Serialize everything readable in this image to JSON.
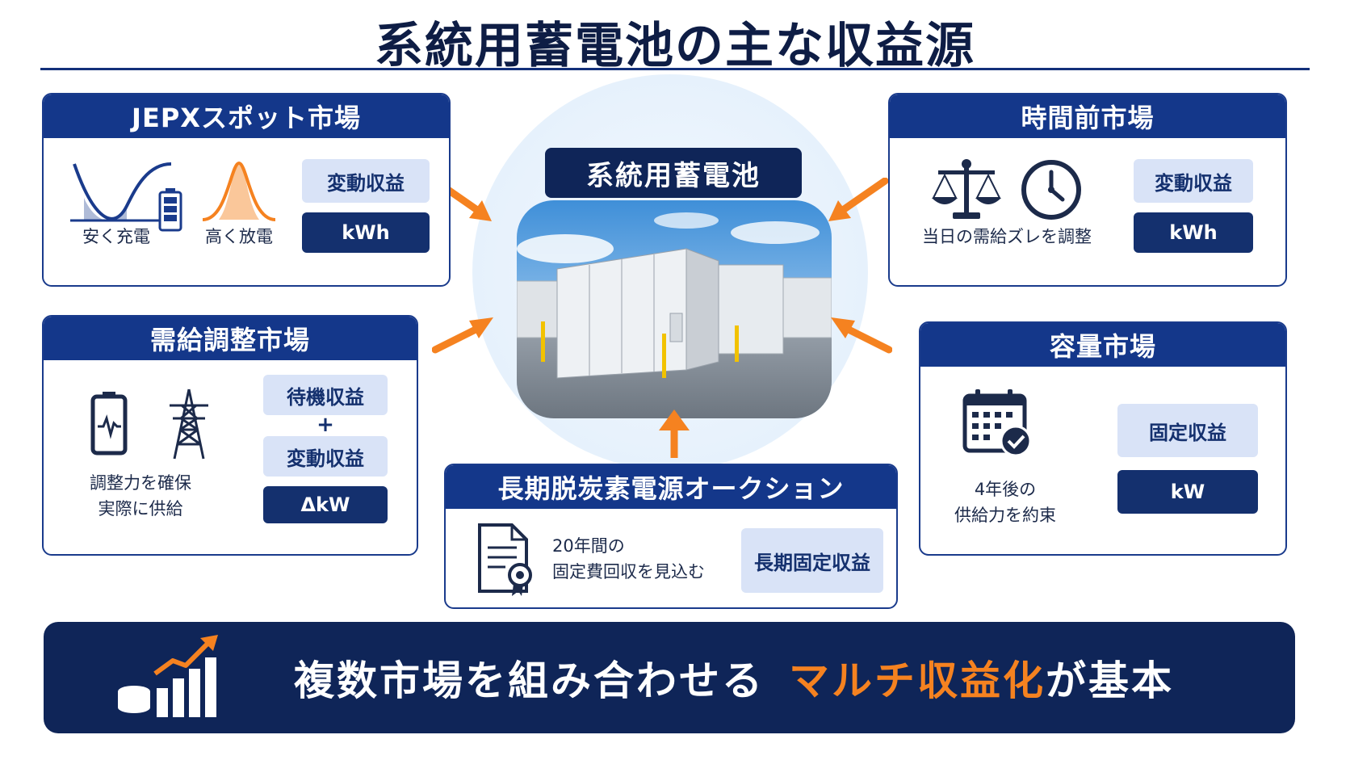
{
  "title": "系統用蓄電池の主な収益源",
  "center": {
    "label": "系統用蓄電池"
  },
  "cards": {
    "jepx": {
      "title": "JEPXスポット市場",
      "caption_low": "安く充電",
      "caption_high": "高く放電",
      "pill_1": "変動収益",
      "pill_2": "kWh"
    },
    "intraday": {
      "title": "時間前市場",
      "caption": "当日の需給ズレを調整",
      "pill_1": "変動収益",
      "pill_2": "kWh"
    },
    "balancing": {
      "title": "需給調整市場",
      "caption_line1": "調整力を確保",
      "caption_line2": "実際に供給",
      "pill_1": "待機収益",
      "plus": "+",
      "pill_2": "変動収益",
      "pill_3": "ΔkW"
    },
    "capacity": {
      "title": "容量市場",
      "caption_line1": "4年後の",
      "caption_line2": "供給力を約束",
      "pill_1": "固定収益",
      "pill_2": "kW"
    },
    "ltdc": {
      "title": "長期脱炭素電源オークション",
      "caption_line1": "20年間の",
      "caption_line2": "固定費回収を見込む",
      "pill_1": "長期固定収益"
    }
  },
  "banner": {
    "text_before": "複数市場を組み合わせる",
    "text_highlight": "マルチ収益化",
    "text_after": "が基本"
  },
  "colors": {
    "navy": "#14378a",
    "dark_navy": "#0f2558",
    "light_pill": "#d9e3f7",
    "accent_orange": "#f58220"
  }
}
